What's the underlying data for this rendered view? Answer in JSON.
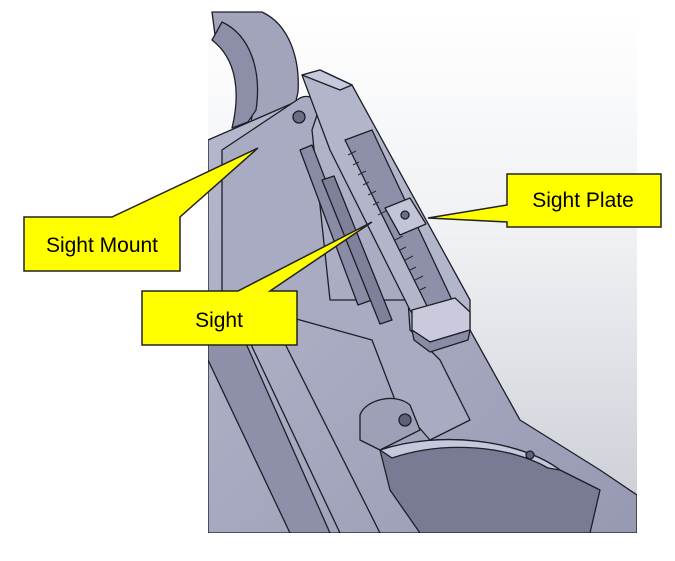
{
  "callouts": {
    "sight_mount": "Sight Mount",
    "sight": "Sight",
    "sight_plate": "Sight Plate"
  },
  "colors": {
    "callout_fill": "#ffff00",
    "callout_stroke": "#222222",
    "model_face": "#a7a9c0",
    "model_face_dark": "#7d7f98",
    "model_face_light": "#c4c6da",
    "model_edge": "#1e1e28",
    "viewport_bg_top": "#ffffff",
    "viewport_bg_bottom": "#c9ccd4"
  }
}
